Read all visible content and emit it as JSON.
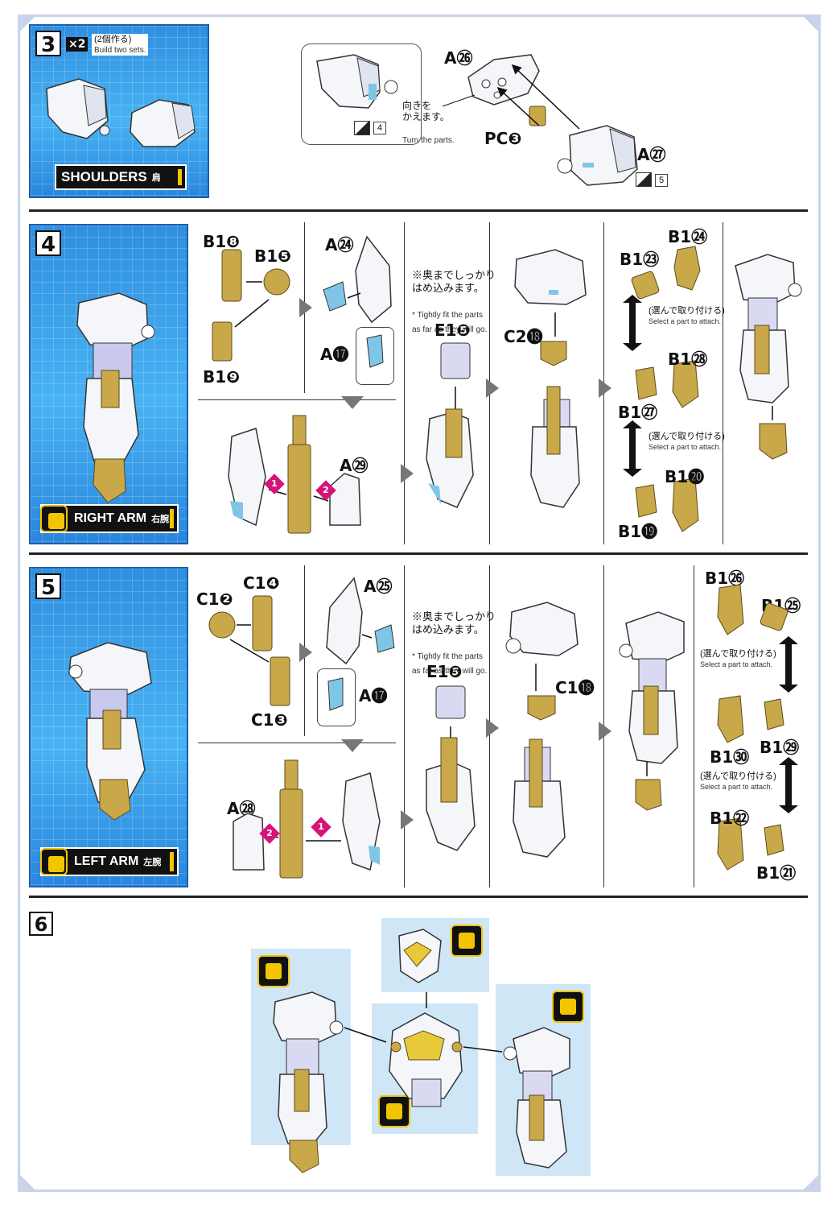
{
  "step3": {
    "number": "3",
    "multiplier": "×2",
    "jp_note": "(2個作る)",
    "en_note": "Build two sets.",
    "title": "SHOULDERS",
    "title_jp": "肩",
    "turn_jp": "向きを\nかえます。",
    "turn_en": "Turn the parts.",
    "ref_a": "4",
    "ref_b": "5",
    "parts": {
      "a26": "A㉖",
      "pc3": "PC❸",
      "a27": "A㉗"
    }
  },
  "step4": {
    "number": "4",
    "title": "RIGHT ARM",
    "title_jp": "右腕",
    "fit_jp": "※奥までしっかり\nはめ込みます。",
    "fit_en": "* Tightly fit the parts\nas far as they will go.",
    "select_jp": "(選んで取り付ける)",
    "select_en": "Select a part to attach.",
    "parts": {
      "b18": "B1❽",
      "b15": "B1❺",
      "b19": "B1❾",
      "a24": "A㉔",
      "a17": "A⓱",
      "a29": "A㉙",
      "e15": "E1❺",
      "c218": "C2⓲",
      "b124": "B1㉔",
      "b123": "B1㉓",
      "b128": "B1㉘",
      "b127": "B1㉗",
      "b120": "B1⓴",
      "b1_19": "B1⓳"
    },
    "markers": [
      "1",
      "2"
    ]
  },
  "step5": {
    "number": "5",
    "title": "LEFT ARM",
    "title_jp": "左腕",
    "fit_jp": "※奥までしっかり\nはめ込みます。",
    "fit_en": "* Tightly fit the parts\nas far as they will go.",
    "select_jp": "(選んで取り付ける)",
    "select_en": "Select a part to attach.",
    "parts": {
      "c14": "C1❹",
      "c12": "C1❷",
      "c13": "C1❸",
      "a25": "A㉕",
      "a17": "A⓱",
      "a28": "A㉘",
      "e15": "E1❺",
      "c118": "C1⓲",
      "b126": "B1㉖",
      "b125": "B1㉕",
      "b130": "B1㉚",
      "b129": "B1㉙",
      "b122": "B1㉒",
      "b121": "B1㉑"
    },
    "markers": [
      "2",
      "1"
    ]
  },
  "step6": {
    "number": "6"
  },
  "colors": {
    "panel_blue": "#3a9de8",
    "gold": "#c9a84a",
    "marker_magenta": "#d6137a",
    "frame": "#c9d3ea"
  }
}
